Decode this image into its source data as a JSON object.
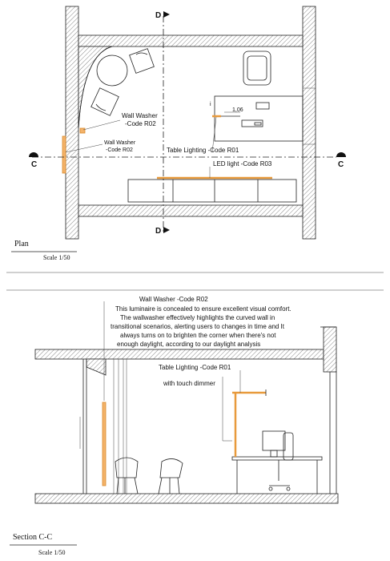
{
  "plan": {
    "title": "Plan",
    "scale": "Scale 1/50",
    "cut_mark_d": "D",
    "cut_mark_c": "C",
    "dimension": "1,06",
    "labels": {
      "wall_washer_upper": "Wall Washer",
      "wall_washer_upper_code": "-Code R02",
      "wall_washer_lower": "Wall Washer",
      "wall_washer_lower_code": "-Code R02",
      "table_lighting": "Table Lighting -Code R01",
      "led_light": "LED light -Code R03"
    }
  },
  "section": {
    "title": "Section C-C",
    "scale": "Scale 1/50",
    "wall_washer_label": "Wall Washer -Code R02",
    "description": [
      "This luminaire is concealed to ensure excellent visual comfort.",
      "The wallwasher effectively highlights the curved wall in",
      "transitional scenarios, alerting users to changes in time and It",
      "always turns on to brighten the corner when there's not",
      "enough daylight, according to our daylight analysis"
    ],
    "table_lighting_label": "Table Lighting -Code R01",
    "dimmer_note": "with touch dimmer"
  },
  "colors": {
    "lamp_fill": "#f4b36a",
    "lamp_stroke": "#d98a2b",
    "line": "#222222"
  }
}
